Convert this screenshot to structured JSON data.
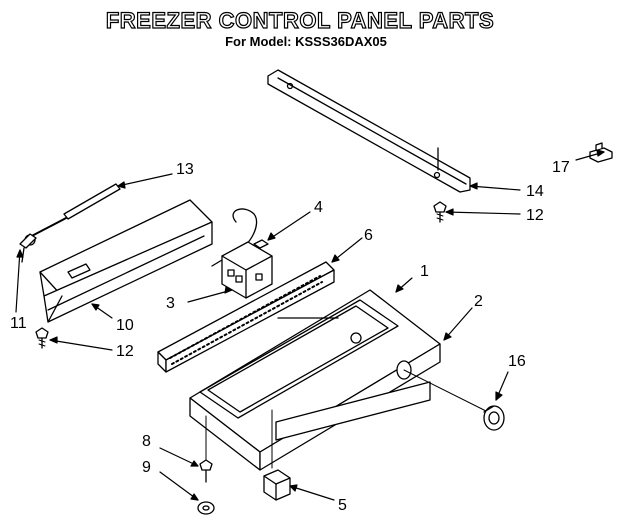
{
  "header": {
    "title": "FREEZER CONTROL PANEL PARTS",
    "subtitle": "For Model: KSSS36DAX05"
  },
  "callouts": [
    "1",
    "2",
    "3",
    "4",
    "5",
    "6",
    "8",
    "9",
    "10",
    "11",
    "12",
    "12",
    "13",
    "14",
    "16",
    "17"
  ],
  "colors": {
    "ink": "#000000",
    "paper": "#ffffff"
  }
}
